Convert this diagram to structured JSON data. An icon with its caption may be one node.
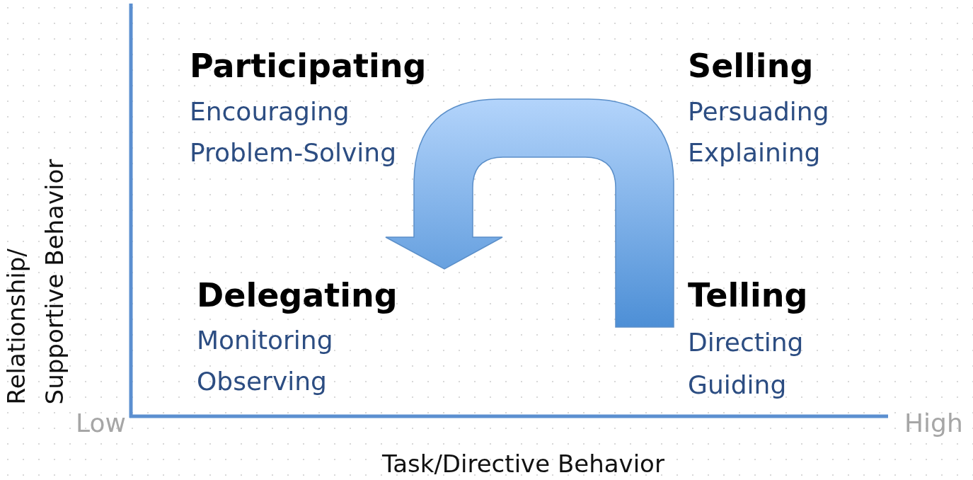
{
  "diagram": {
    "labels": [
      "Participating",
      "Encouraging",
      "Problem-Solving",
      "Selling",
      "Persuading",
      "Explaining",
      "Relationship/ Supportive Behavior",
      "Delegating",
      "Monitoring",
      "Observing",
      "Telling",
      "Directing",
      "Guiding",
      "Low",
      "High",
      "Task/Directive Behavior"
    ]
  }
}
